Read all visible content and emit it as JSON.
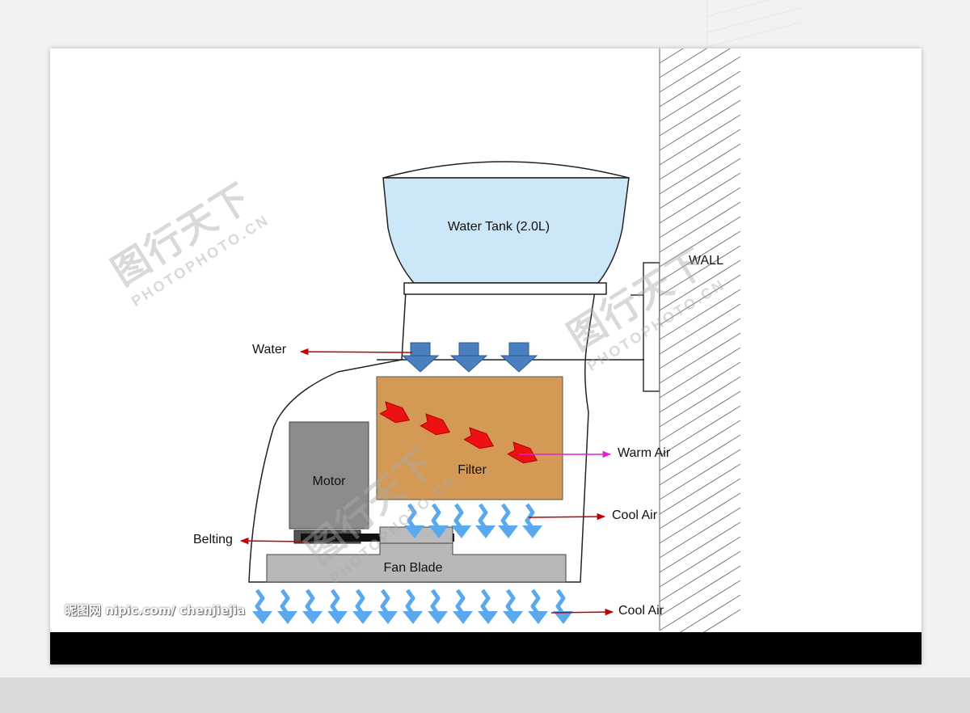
{
  "labels": {
    "water_tank": "Water Tank  (2.0L)",
    "wall": "WALL",
    "water": "Water",
    "filter": "Filter",
    "warm_air": "Warm Air",
    "motor": "Motor",
    "cool_air_upper": "Cool Air",
    "belting": "Belting",
    "fan_blade": "Fan Blade",
    "cool_air_lower": "Cool Air"
  },
  "credit": "昵图网 nipic.com/ chenjiejia",
  "watermarks": [
    {
      "big": "图行天下",
      "small": "PHOTOPHOTO.CN"
    },
    {
      "big": "图行天下",
      "small": "PHOTOPHOTO.CN"
    },
    {
      "big": "图行天下",
      "small": "PHOTOPHOTO.CN"
    }
  ],
  "colors": {
    "water_tank_fill": "#cce8f8",
    "filter_fill": "#d49a55",
    "motor_fill": "#8c8c8c",
    "fan_blade_fill": "#b8b8b8",
    "arrow_blue": "#4a7fc0",
    "airflow_blue": "#5aa8ee",
    "warm_air_red": "#ee1111",
    "pointer_red": "#c00000",
    "pointer_magenta": "#e020d0",
    "footer": "#000000"
  }
}
